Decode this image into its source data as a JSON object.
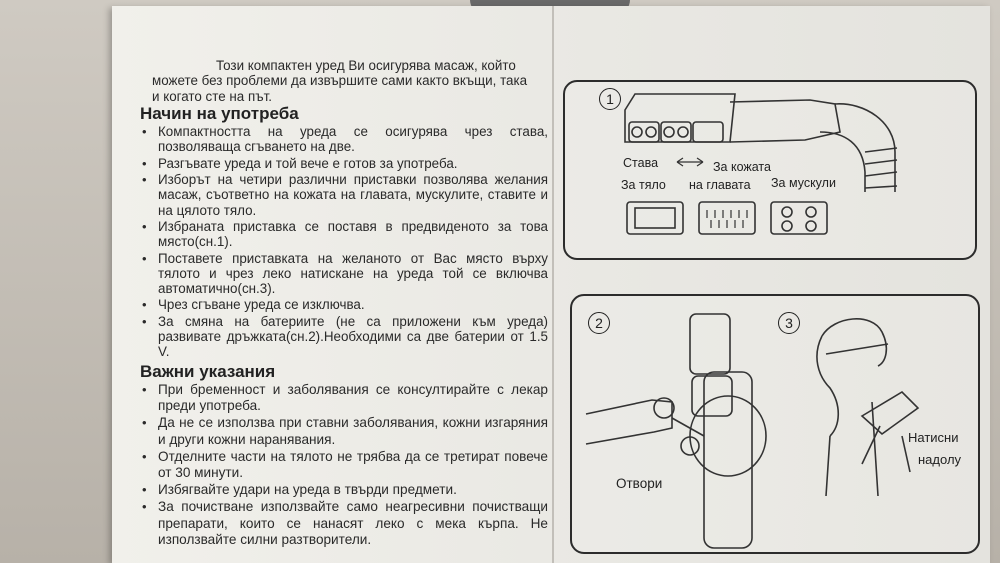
{
  "intro_lines": [
    "Този компактен уред Ви осигурява масаж, който",
    "можете без проблеми да извършите сами както вкъщи, така",
    "и когато сте на път."
  ],
  "section1": {
    "heading": "Начин на употреба",
    "items": [
      "Компактността на уреда се осигурява чрез става, позволяваща сгъването на две.",
      "Разгъвате уреда и той вече е готов за употреба.",
      "Изборът на четири различни приставки позволява желания масаж, съответно на кожата на главата, мускулите, ставите и на цялото тяло.",
      "Избраната приставка се поставя в предвиденото за това място(сн.1).",
      "Поставете приставката на желаното от Вас място върху тялото и чрез леко натискане на уреда той се включва автоматично(сн.3).",
      "Чрез сгъване уреда се изключва.",
      "За смяна на батериите (не са приложени към уреда) развивате дръжката(сн.2).Необходими са две батерии от 1.5 V."
    ]
  },
  "section2": {
    "heading": "Важни указания",
    "items": [
      "При бременност и заболявания се консултирайте с лекар преди употреба.",
      "Да не се използва при ставни заболявания, кожни изгаряния и други кожни наранявания.",
      "Отделните части на тялото не трябва да се третират повече от 30 минути.",
      "Избягвайте удари на уреда в твърди предмети.",
      "За почистване използвайте само неагресивни почистващи препарати, които се нанасят леко с мека кърпа. Не използвайте силни разтворители."
    ]
  },
  "bullet_glyph": "•",
  "figure1": {
    "number": "1",
    "label_joint": "Става",
    "label_skin": "За кожата",
    "label_head": "на главата",
    "label_body": "За тяло",
    "label_muscles": "За мускули"
  },
  "figure2": {
    "number": "2",
    "label_open": "Отвори"
  },
  "figure3": {
    "number": "3",
    "label_press_1": "Натисни",
    "label_press_2": "надолу"
  }
}
